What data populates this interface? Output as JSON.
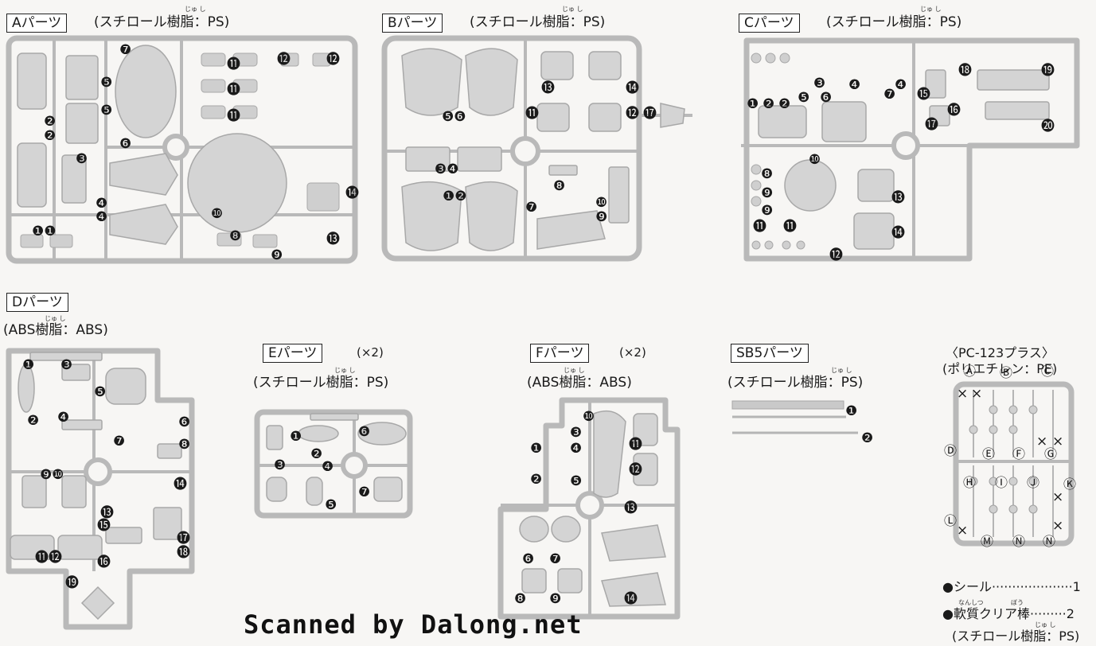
{
  "sheets": {
    "A": {
      "tag": "Aパーツ",
      "material": "(スチロール樹脂：PS)",
      "ruby": "じゅ し",
      "markers": [
        "❼",
        "❺",
        "❺",
        "❷",
        "❷",
        "❸",
        "❻",
        "❹",
        "❹",
        "❶❶",
        "⓫",
        "⓫",
        "⓫",
        "⓬",
        "⓬",
        "❿",
        "❽",
        "❾",
        "⓮",
        "⓭"
      ]
    },
    "B": {
      "tag": "Bパーツ",
      "material": "(スチロール樹脂：PS)",
      "ruby": "じゅ し",
      "markers": [
        "⓭",
        "⓮",
        "❺❻",
        "⓫",
        "⓬",
        "⓱",
        "❸❹",
        "❶❷",
        "❽",
        "❼",
        "❿",
        "❾"
      ]
    },
    "C": {
      "tag": "Cパーツ",
      "material": "(スチロール樹脂：PS)",
      "ruby": "じゅ し",
      "markers": [
        "❶",
        "❷",
        "❷",
        "❺",
        "❸",
        "❻",
        "❹",
        "❼",
        "❹",
        "⓲",
        "⓳",
        "⓯",
        "⓰",
        "⓱",
        "⓴",
        "❿",
        "❽",
        "❾",
        "❾",
        "⓫",
        "⓫",
        "⓭",
        "⓮",
        "⓬"
      ]
    },
    "D": {
      "tag": "Dパーツ",
      "material": "(ABS樹脂：ABS)",
      "ruby": "じゅ し",
      "markers": [
        "❶",
        "❸",
        "❷",
        "❹",
        "❺",
        "❻",
        "❼",
        "❽",
        "❾❿",
        "⓭",
        "⓮",
        "⓯",
        "⓱",
        "⓲",
        "⓫⓬",
        "⓰",
        "⓳"
      ]
    },
    "E": {
      "tag": "Eパーツ",
      "multiplier": "(×2)",
      "material": "(スチロール樹脂：PS)",
      "ruby": "じゅ し",
      "markers": [
        "❶",
        "❸",
        "❷",
        "❹",
        "❻",
        "❼",
        "❺"
      ]
    },
    "F": {
      "tag": "Fパーツ",
      "multiplier": "(×2)",
      "material": "(ABS樹脂：ABS)",
      "ruby": "じゅ し",
      "markers": [
        "❿",
        "❸",
        "❶",
        "❹",
        "❷",
        "❺",
        "⓫",
        "⓬",
        "⓭",
        "❻",
        "❼",
        "❽",
        "❾",
        "⓮"
      ]
    },
    "SB5": {
      "tag": "SB5パーツ",
      "material": "(スチロール樹脂：PS)",
      "ruby": "じゅ し",
      "markers": [
        "❶",
        "❷"
      ]
    },
    "PC": {
      "tag": "〈PC-123プラス〉",
      "material": "(ポリエチレン：PE)",
      "markers": [
        "Ⓐ",
        "Ⓑ",
        "Ⓒ",
        "Ⓓ",
        "Ⓔ",
        "Ⓕ",
        "Ⓖ",
        "Ⓗ",
        "Ⓘ",
        "Ⓙ",
        "Ⓚ",
        "Ⓛ",
        "Ⓜ",
        "Ⓝ",
        "Ⓝ"
      ],
      "cross": "×"
    }
  },
  "legend": {
    "line1": "●シール····················1",
    "line2": "●軟質クリア棒·········2",
    "line3": "(スチロール樹脂：PS)",
    "ruby1": "なんしつ",
    "ruby2": "ぼう",
    "ruby3": "じゅ し"
  },
  "watermark": "Scanned by Dalong.net"
}
